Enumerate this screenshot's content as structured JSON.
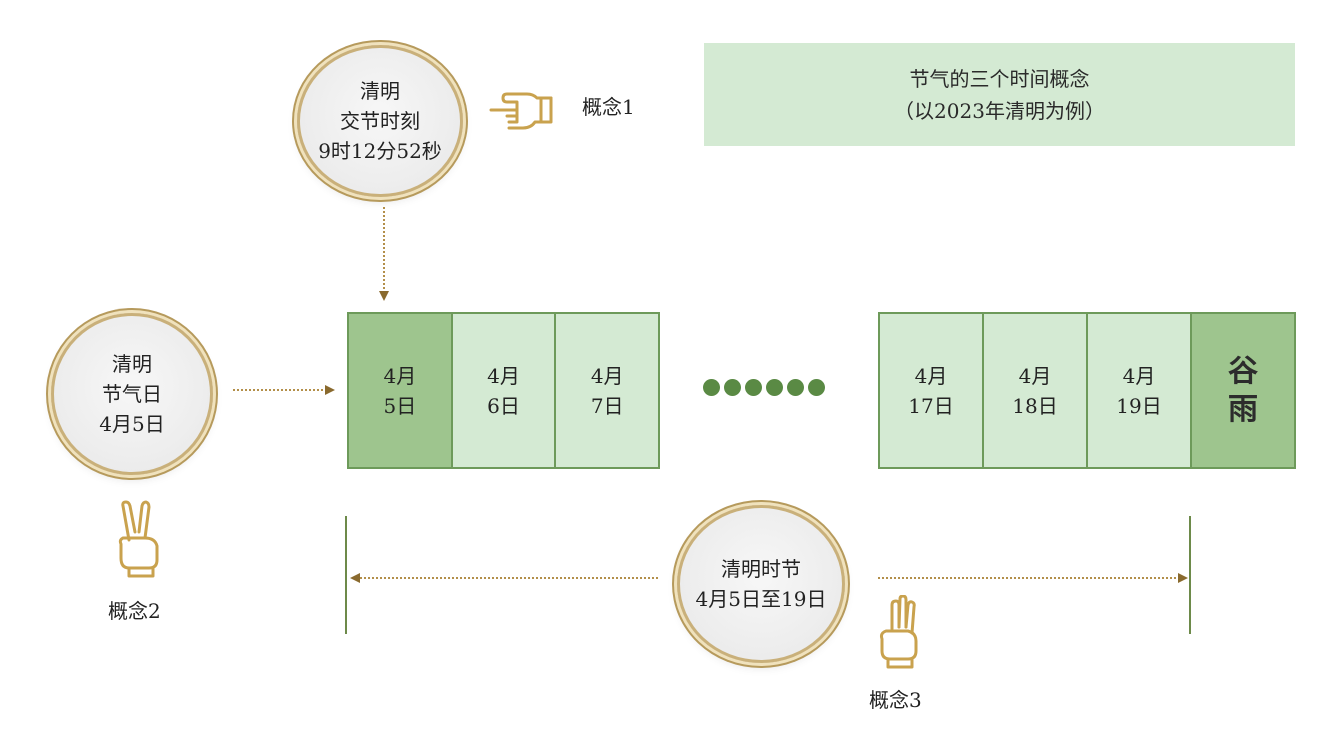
{
  "title": {
    "line1": "节气的三个时间概念",
    "line2": "（以2023年清明为例）"
  },
  "concept1": {
    "circle_lines": [
      "清明",
      "交节时刻",
      "9时12分52秒"
    ],
    "label": "概念1",
    "icon": "hand-pointing-left-icon"
  },
  "concept2": {
    "circle_lines": [
      "清明",
      "节气日",
      "4月5日"
    ],
    "label": "概念2",
    "icon": "hand-two-fingers-icon"
  },
  "concept3": {
    "circle_lines": [
      "清明时节",
      "4月5日至19日"
    ],
    "label": "概念3",
    "icon": "hand-three-fingers-icon"
  },
  "days_left": [
    {
      "month": "4月",
      "day": "5日"
    },
    {
      "month": "4月",
      "day": "6日"
    },
    {
      "month": "4月",
      "day": "7日"
    }
  ],
  "days_right": [
    {
      "month": "4月",
      "day": "17日"
    },
    {
      "month": "4月",
      "day": "18日"
    },
    {
      "month": "4月",
      "day": "19日"
    }
  ],
  "next_term": {
    "line1": "谷",
    "line2": "雨"
  },
  "colors": {
    "light_green": "#d4ead3",
    "dark_green": "#9ec58e",
    "dot_green": "#5a8a44",
    "gold": "#c9a24e"
  }
}
